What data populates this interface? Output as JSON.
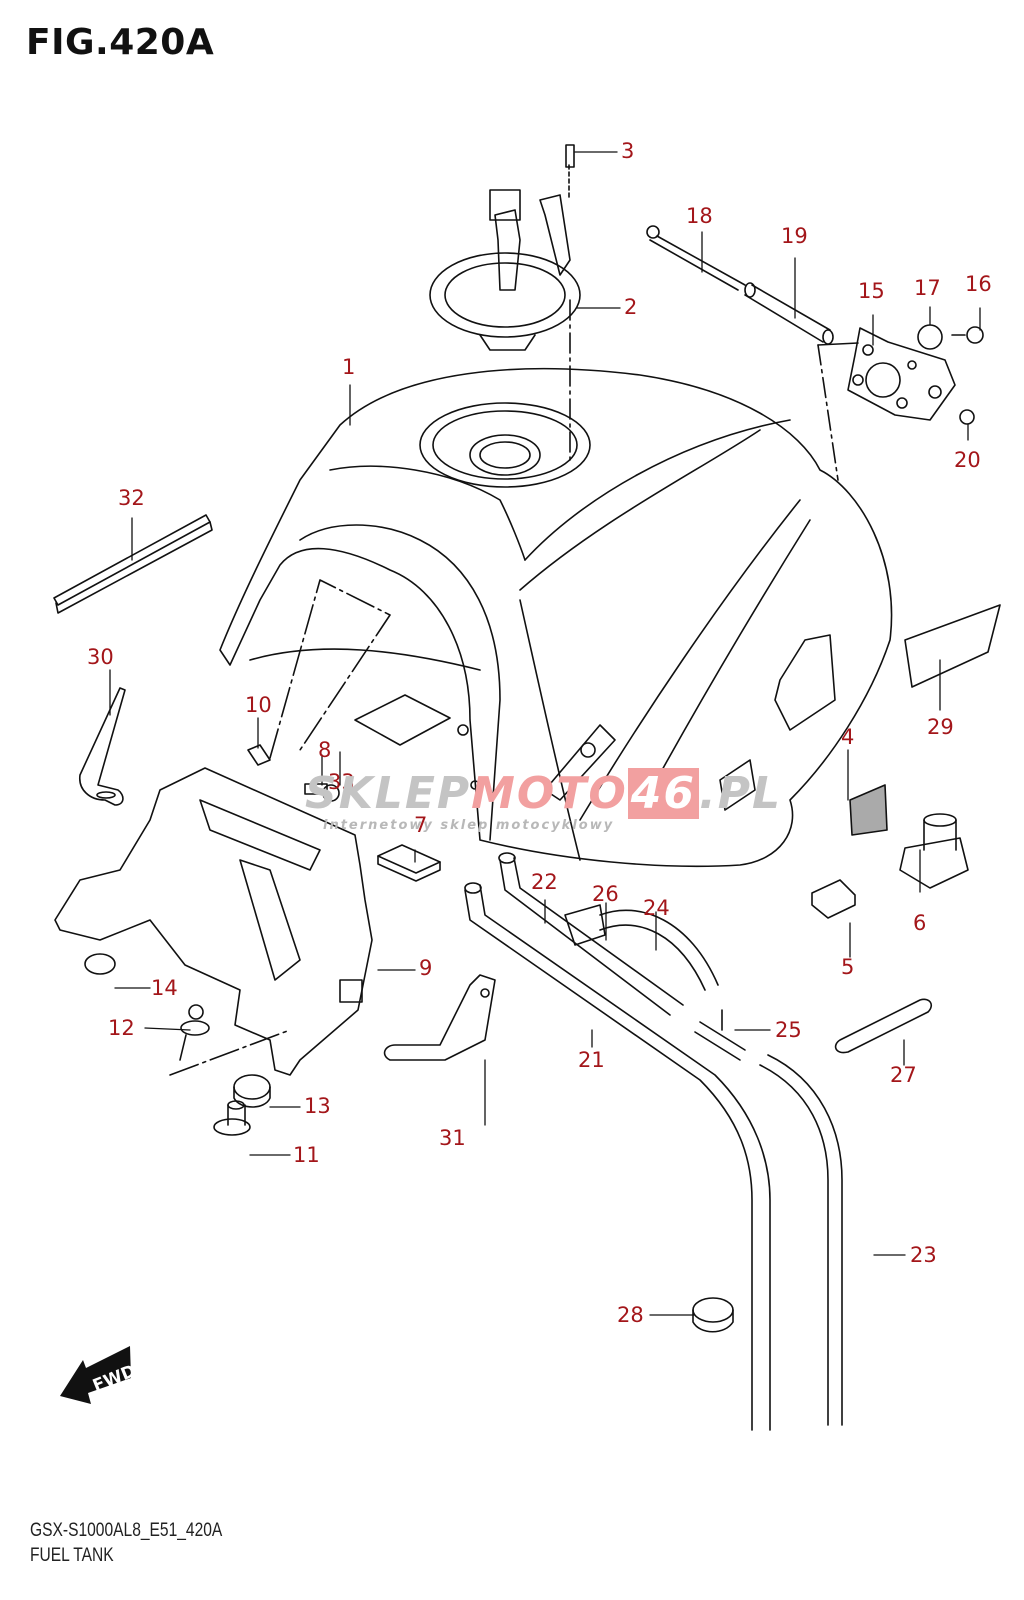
{
  "header": {
    "figure_title": "FIG.420A"
  },
  "footer": {
    "model_code": "GSX-S1000AL8_E51_420A",
    "diagram_name": "FUEL TANK"
  },
  "colors": {
    "callout": "#a3161a",
    "line": "#111111",
    "watermark_grey": "#c4c4c4",
    "watermark_red": "#f2a0a0"
  },
  "watermark": {
    "part1": "SKLEP",
    "part2": "MOTO",
    "part3": "46",
    "part4": ".PL",
    "tagline": "internetowy sklep motocyklowy"
  },
  "orientation": {
    "label": "FWD",
    "icon": "forward-arrow-icon"
  },
  "callouts": [
    {
      "id": "1",
      "label": "1"
    },
    {
      "id": "2",
      "label": "2"
    },
    {
      "id": "3",
      "label": "3"
    },
    {
      "id": "4",
      "label": "4"
    },
    {
      "id": "5",
      "label": "5"
    },
    {
      "id": "6",
      "label": "6"
    },
    {
      "id": "7",
      "label": "7"
    },
    {
      "id": "8",
      "label": "8"
    },
    {
      "id": "9",
      "label": "9"
    },
    {
      "id": "10",
      "label": "10"
    },
    {
      "id": "11",
      "label": "11"
    },
    {
      "id": "12",
      "label": "12"
    },
    {
      "id": "13",
      "label": "13"
    },
    {
      "id": "14",
      "label": "14"
    },
    {
      "id": "15",
      "label": "15"
    },
    {
      "id": "16",
      "label": "16"
    },
    {
      "id": "17",
      "label": "17"
    },
    {
      "id": "18",
      "label": "18"
    },
    {
      "id": "19",
      "label": "19"
    },
    {
      "id": "20",
      "label": "20"
    },
    {
      "id": "21",
      "label": "21"
    },
    {
      "id": "22",
      "label": "22"
    },
    {
      "id": "23",
      "label": "23"
    },
    {
      "id": "24",
      "label": "24"
    },
    {
      "id": "25",
      "label": "25"
    },
    {
      "id": "26",
      "label": "26"
    },
    {
      "id": "27",
      "label": "27"
    },
    {
      "id": "28",
      "label": "28"
    },
    {
      "id": "29",
      "label": "29"
    },
    {
      "id": "30",
      "label": "30"
    },
    {
      "id": "31",
      "label": "31"
    },
    {
      "id": "32",
      "label": "32"
    },
    {
      "id": "33",
      "label": "33"
    }
  ]
}
